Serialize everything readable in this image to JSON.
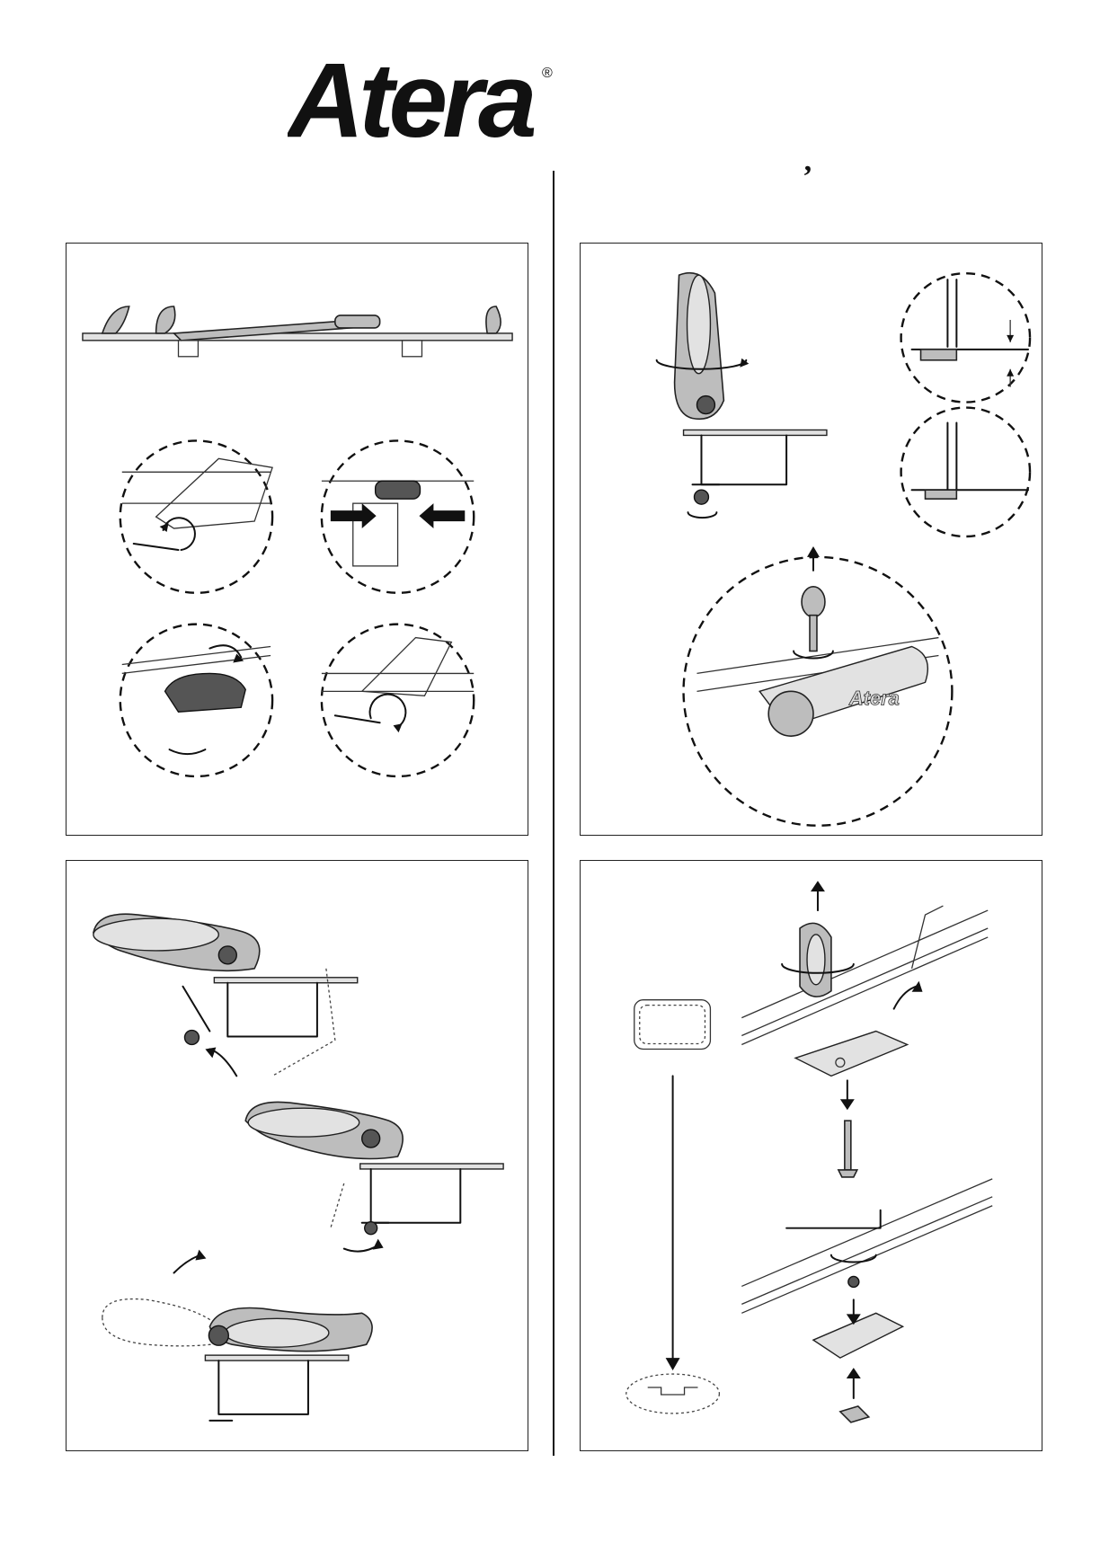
{
  "brand": {
    "logo_text": "Atera",
    "registered_mark": "®"
  },
  "header": {
    "comma_mark": "’"
  },
  "panels": [
    {
      "id": "panel-top-left"
    },
    {
      "id": "panel-top-right",
      "inset_logo": "Atera"
    },
    {
      "id": "panel-bottom-left"
    },
    {
      "id": "panel-bottom-right"
    }
  ]
}
